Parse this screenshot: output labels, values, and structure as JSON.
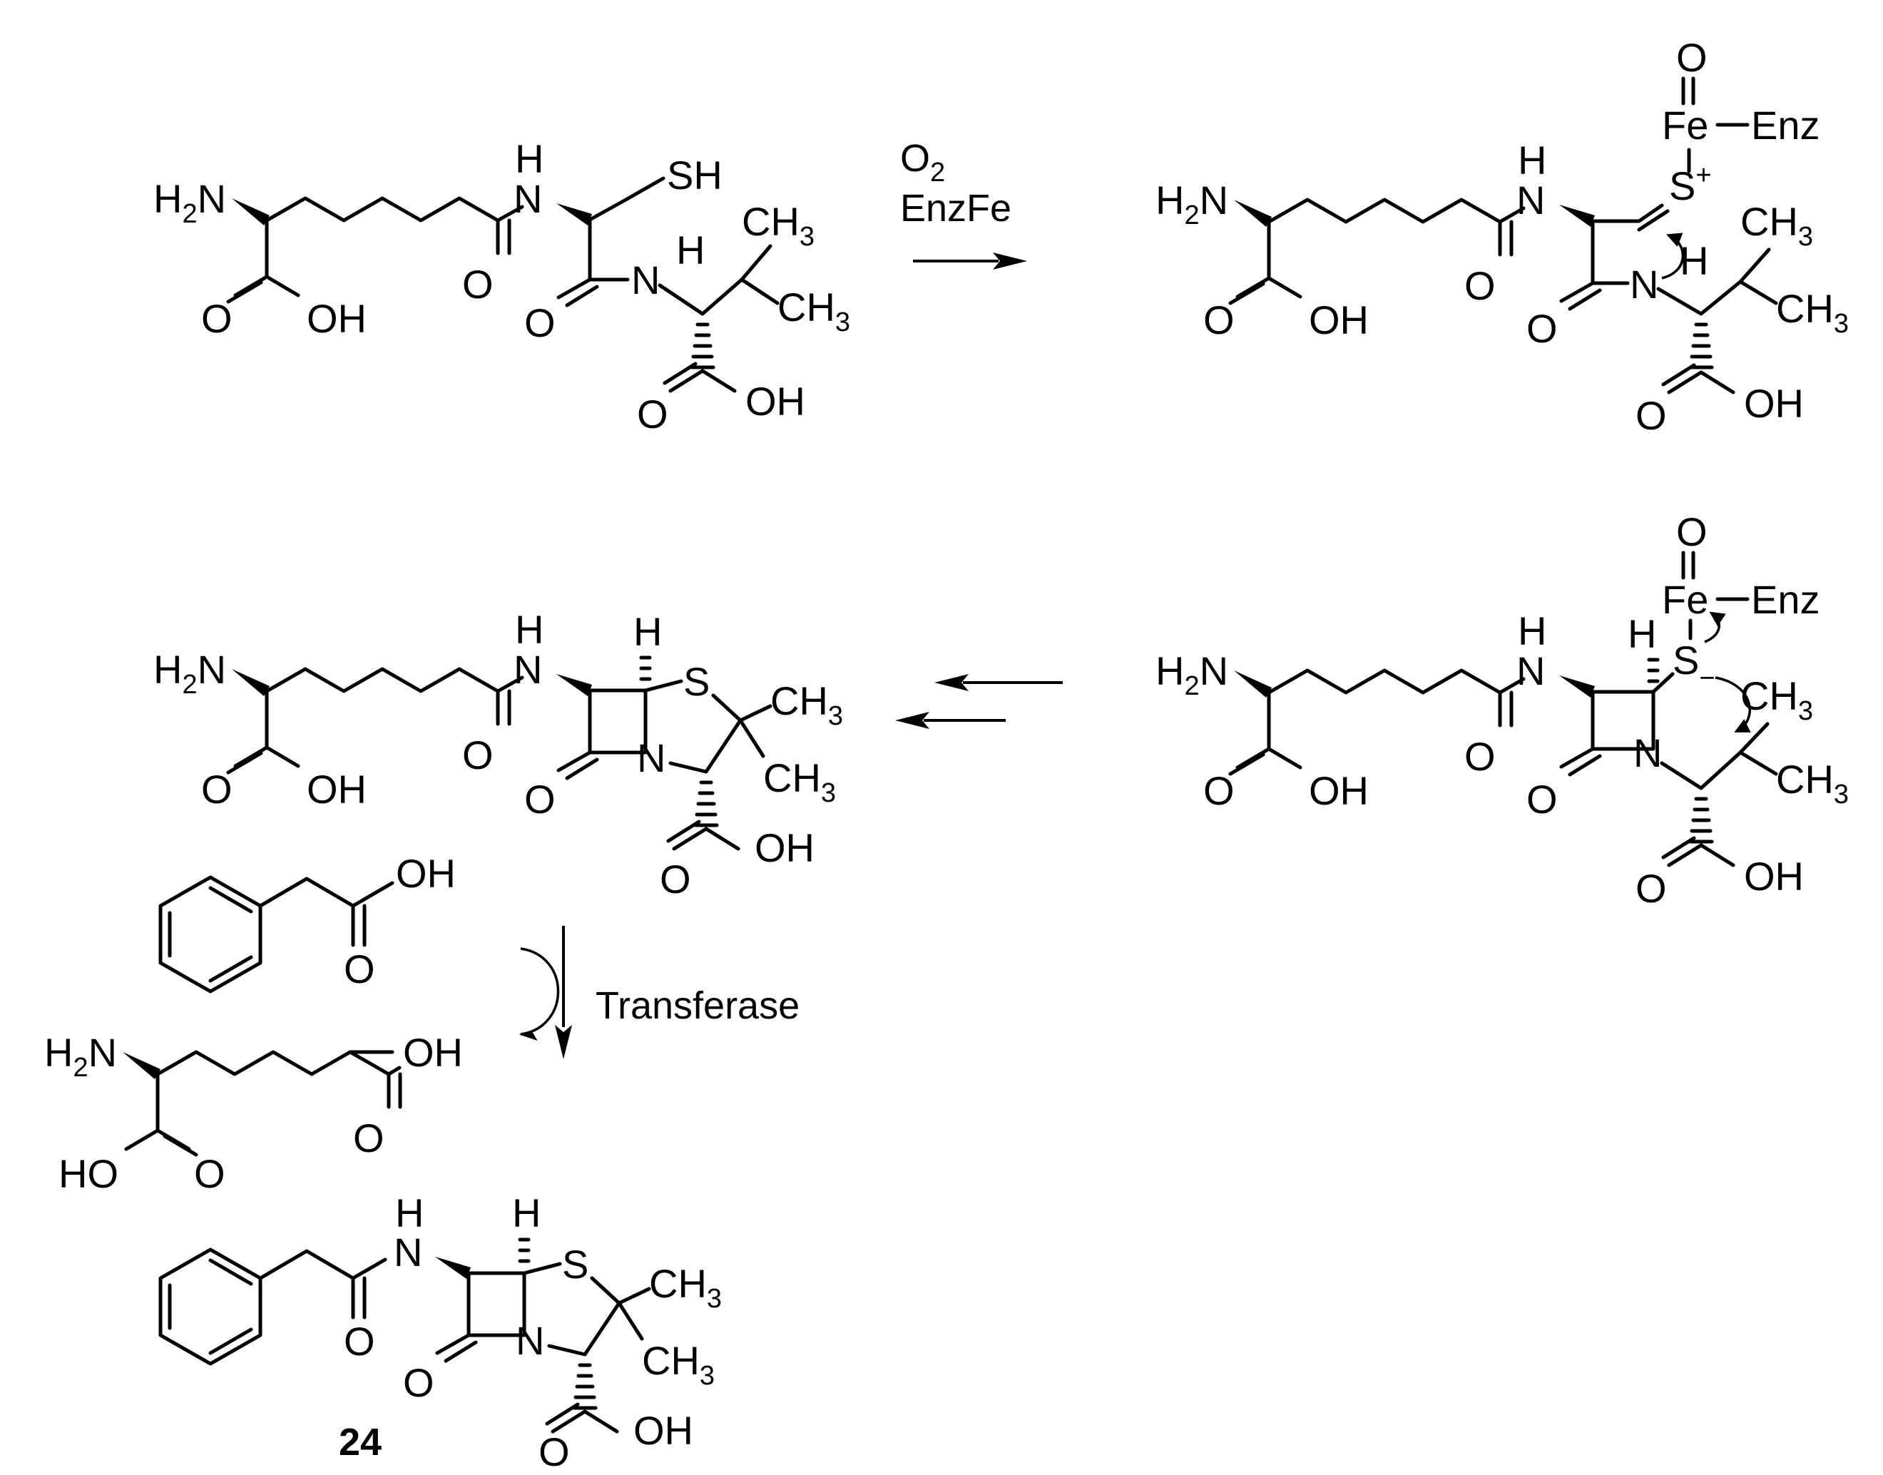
{
  "scheme": {
    "step1_reagent_o2": "O2",
    "step1_reagent_enzfe": "EnzFe",
    "step3_reagent": "Transferase",
    "compound_number": "24"
  },
  "atoms": {
    "h2n": "H2N",
    "nh_h": "H",
    "n": "N",
    "oh": "OH",
    "ho": "HO",
    "o": "O",
    "sh": "SH",
    "s": "S",
    "s_plus": "S+",
    "s_minus": "S−",
    "h": "H",
    "ch3": "CH3",
    "fe": "Fe",
    "enz": "Enz"
  }
}
